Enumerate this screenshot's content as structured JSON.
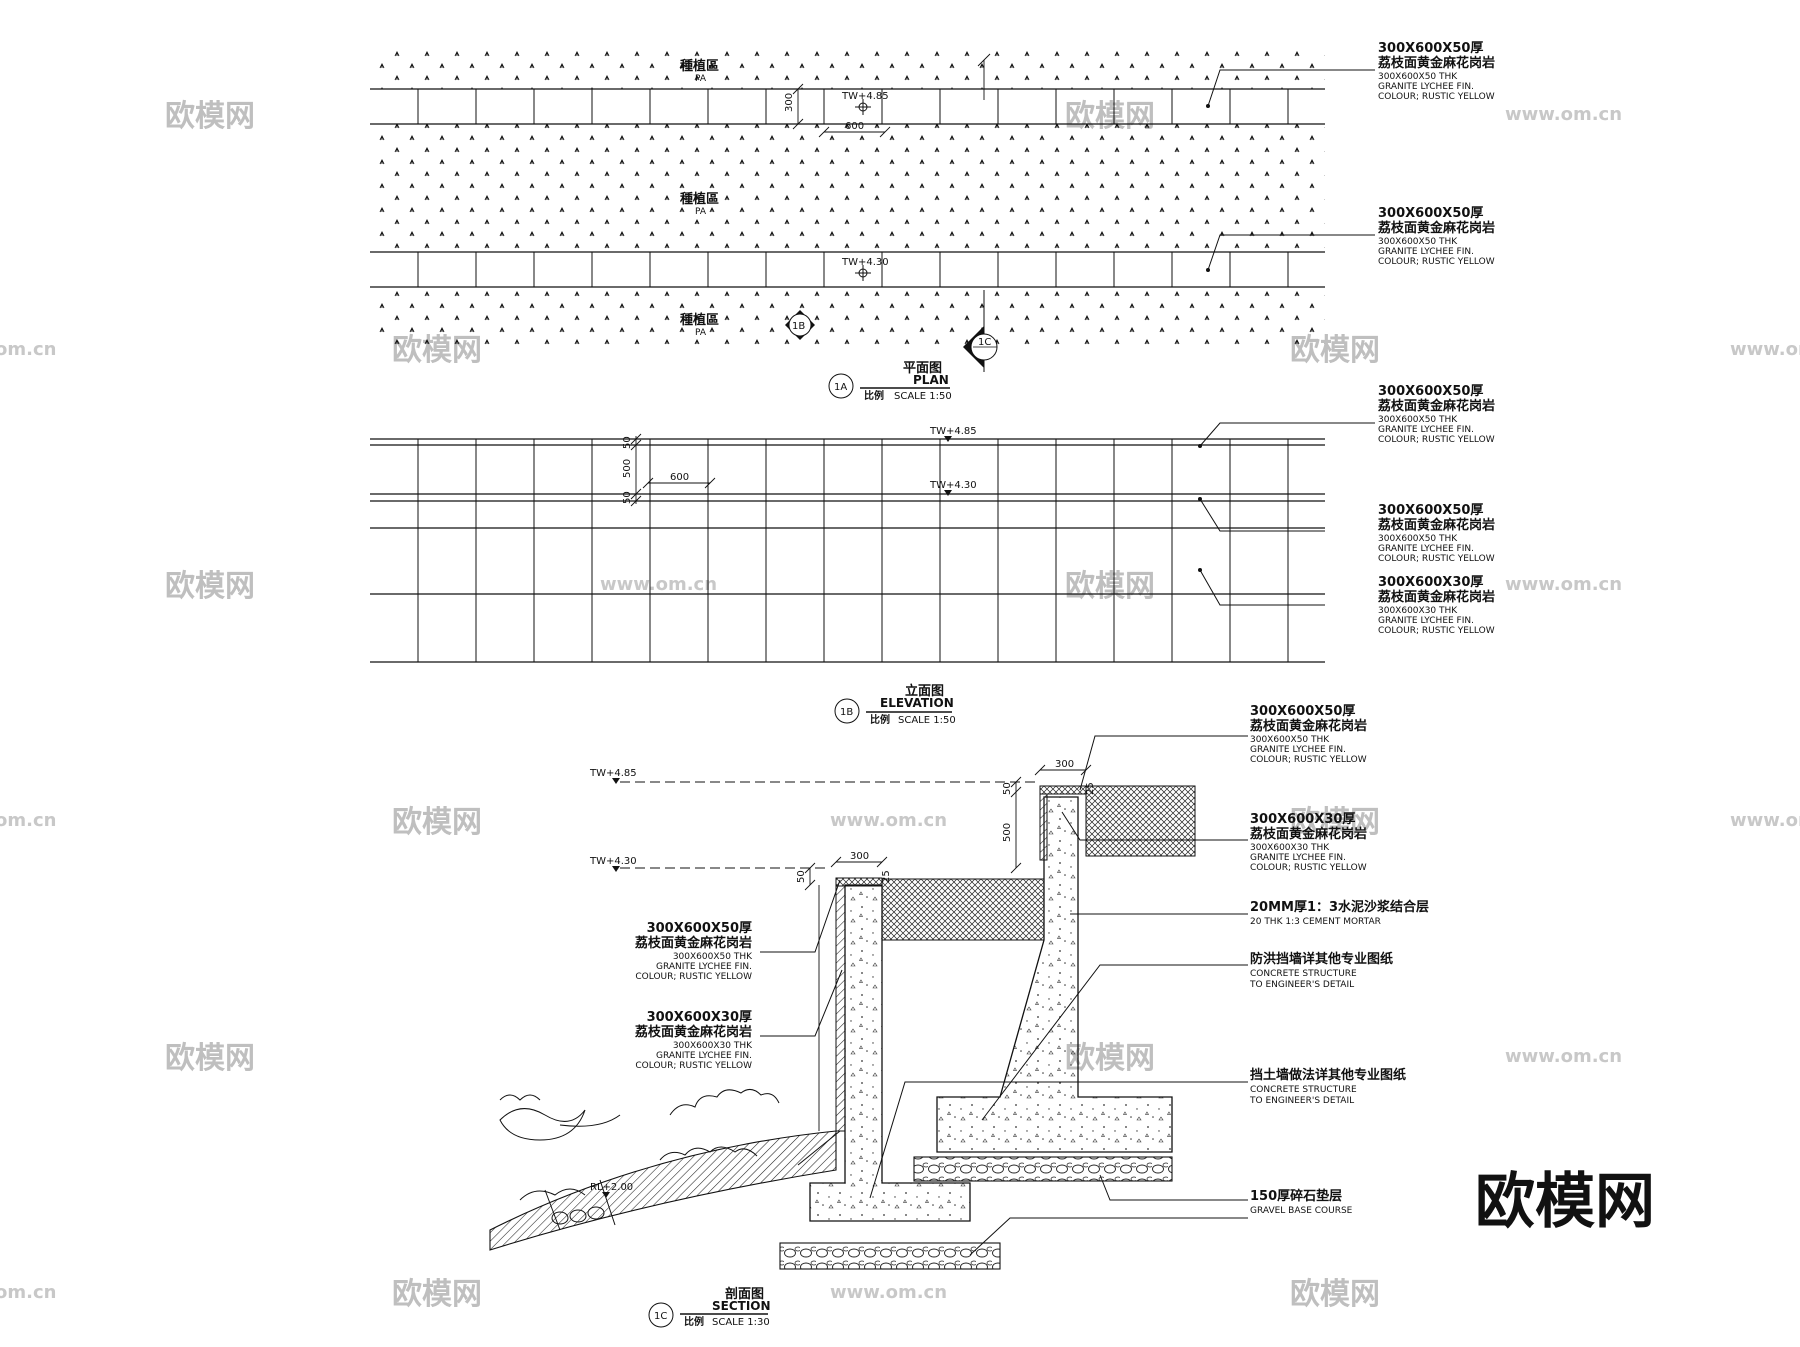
{
  "brand": "欧模网",
  "watermarks": {
    "logo": "欧模网",
    "url": "www.om.cn",
    "url_short": "om.cn"
  },
  "plan": {
    "title_cn": "平面图",
    "title_en": "PLAN",
    "marker": "1A",
    "scale_cn": "比例",
    "scale_en": "SCALE 1:50",
    "zone_cn": "種植區",
    "zone_en": "PA",
    "level_upper": "TW+4.85",
    "level_lower": "TW+4.30",
    "dim_300": "300",
    "dim_600": "600",
    "section_mark_1b": "1B",
    "section_mark_1c": "1C"
  },
  "elevation": {
    "title_cn": "立面图",
    "title_en": "ELEVATION",
    "marker": "1B",
    "scale_cn": "比例",
    "scale_en": "SCALE 1:50",
    "level_upper": "TW+4.85",
    "level_lower": "TW+4.30",
    "dim_50": "50",
    "dim_500": "500",
    "dim_600": "600"
  },
  "section": {
    "title_cn": "剖面图",
    "title_en": "SECTION",
    "marker": "1C",
    "scale_cn": "比例",
    "scale_en": "SCALE 1:30",
    "level_upper": "TW+4.85",
    "level_lower": "TW+4.30",
    "level_ground": "RL+2.00",
    "dim_300": "300",
    "dim_50": "50",
    "dim_500": "500",
    "dim_25": "25"
  },
  "callouts": {
    "granite50": {
      "cn1": "300X600X50厚",
      "cn2": "荔枝面黄金麻花岗岩",
      "en1": "300X600X50  THK",
      "en2": "GRANITE  LYCHEE  FIN.",
      "en3": "COLOUR;  RUSTIC  YELLOW"
    },
    "granite30": {
      "cn1": "300X600X30厚",
      "cn2": "荔枝面黄金麻花岗岩",
      "en1": "300X600X30  THK",
      "en2": "GRANITE  LYCHEE  FIN.",
      "en3": "COLOUR;  RUSTIC  YELLOW"
    },
    "mortar": {
      "cn1": "20MM厚1：3水泥沙浆结合层",
      "en1": "20  THK  1:3  CEMENT  MORTAR"
    },
    "floodwall": {
      "cn1": "防洪挡墙详其他专业图纸",
      "en1": "CONCRETE  STRUCTURE",
      "en2": "TO  ENGINEER'S  DETAIL"
    },
    "retaining": {
      "cn1": "挡土墙做法详其他专业图纸",
      "en1": "CONCRETE  STRUCTURE",
      "en2": "TO  ENGINEER'S  DETAIL"
    },
    "gravel": {
      "cn1": "150厚碎石垫层",
      "en1": "GRAVEL  BASE  COURSE"
    }
  }
}
